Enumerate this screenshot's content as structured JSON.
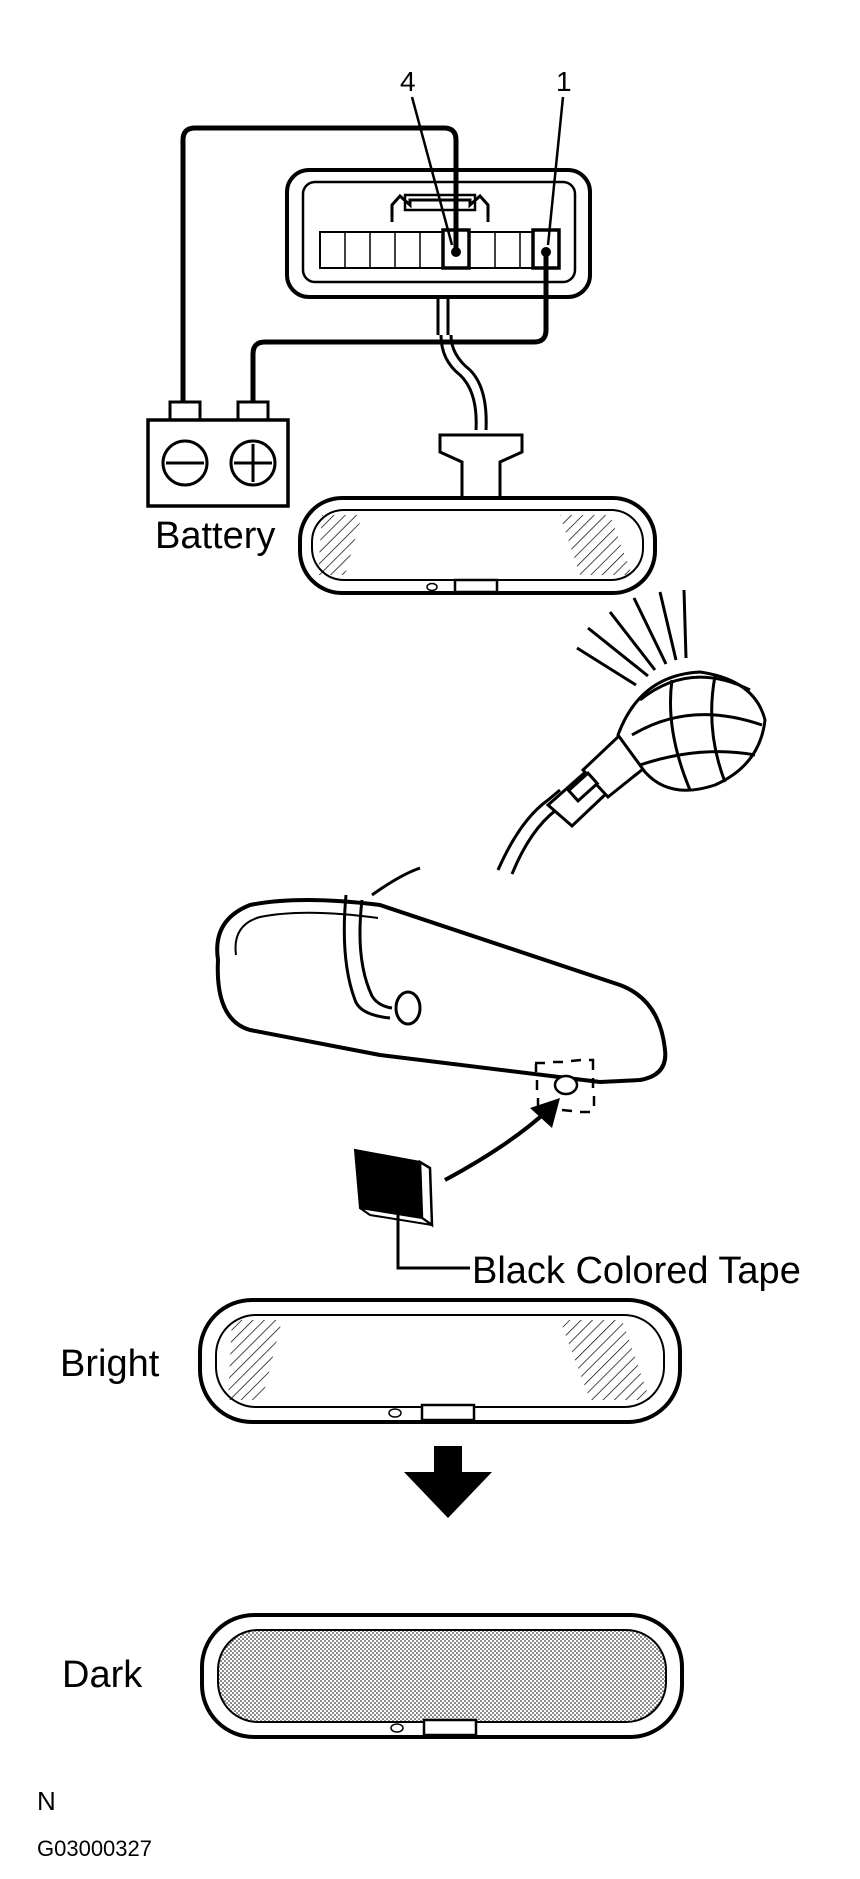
{
  "pins": {
    "left": "4",
    "right": "1"
  },
  "labels": {
    "battery": "Battery",
    "tape": "Black Colored Tape",
    "bright": "Bright",
    "dark": "Dark"
  },
  "footer": {
    "mark": "N",
    "code": "G03000327"
  },
  "colors": {
    "ink": "#000000",
    "paper": "#ffffff"
  },
  "icons": {
    "minus": "minus-icon",
    "plus": "plus-icon",
    "arrow": "arrow-down-icon"
  }
}
